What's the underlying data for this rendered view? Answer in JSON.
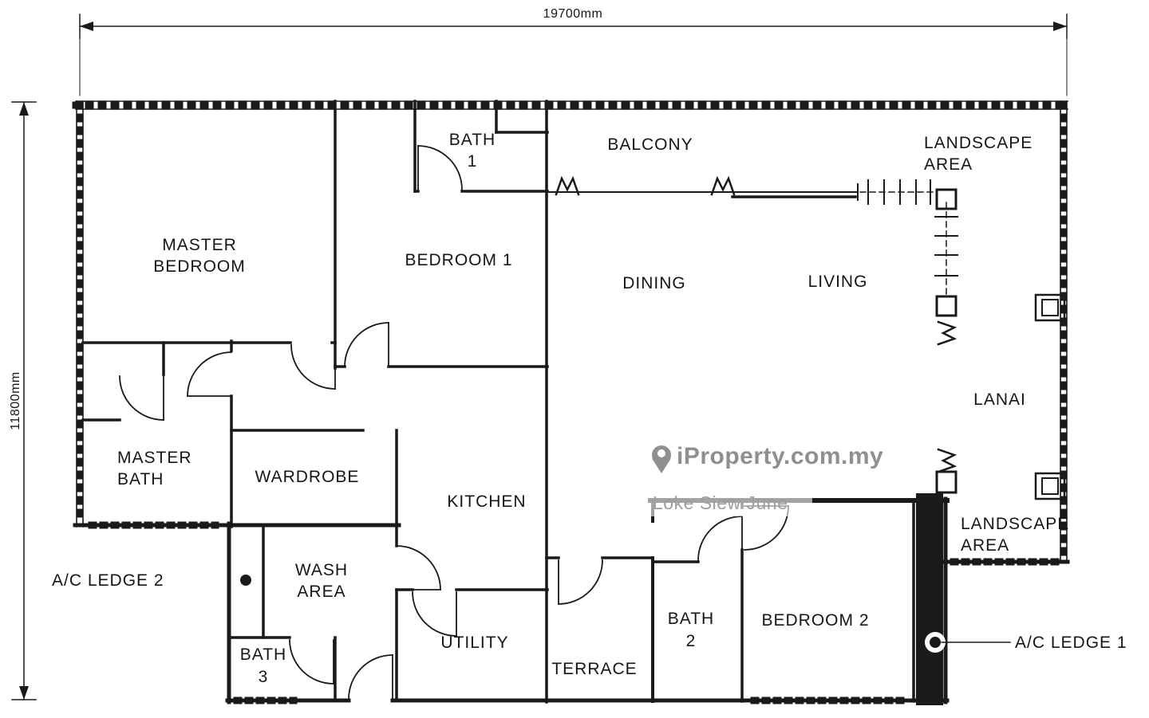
{
  "dimensions": {
    "width": "19700mm",
    "height": "11800mm"
  },
  "rooms": {
    "master_bedroom": {
      "l1": "MASTER",
      "l2": "BEDROOM"
    },
    "bath1": {
      "l1": "BATH",
      "l2": "1"
    },
    "balcony": "BALCONY",
    "landscape_top": {
      "l1": "LANDSCAPE",
      "l2": "AREA"
    },
    "bedroom1": "BEDROOM 1",
    "dining": "DINING",
    "living": "LIVING",
    "master_bath": {
      "l1": "MASTER",
      "l2": "BATH"
    },
    "wardrobe": "WARDROBE",
    "kitchen": "KITCHEN",
    "lanai": "LANAI",
    "landscape_right": {
      "l1": "LANDSCAPE",
      "l2": "AREA"
    },
    "wash_area": {
      "l1": "WASH",
      "l2": "AREA"
    },
    "utility": "UTILITY",
    "terrace": "TERRACE",
    "bath2": {
      "l1": "BATH",
      "l2": "2"
    },
    "bedroom2": "BEDROOM 2",
    "bath3": {
      "l1": "BATH",
      "l2": "3"
    },
    "ac_ledge1": "A/C LEDGE 1",
    "ac_ledge2": "A/C LEDGE 2"
  },
  "watermark": {
    "brand": "iProperty.com.my",
    "agent": "Loke Siew June"
  },
  "colors": {
    "line": "#1a1a1a",
    "watermark": "#8f8f8f"
  }
}
